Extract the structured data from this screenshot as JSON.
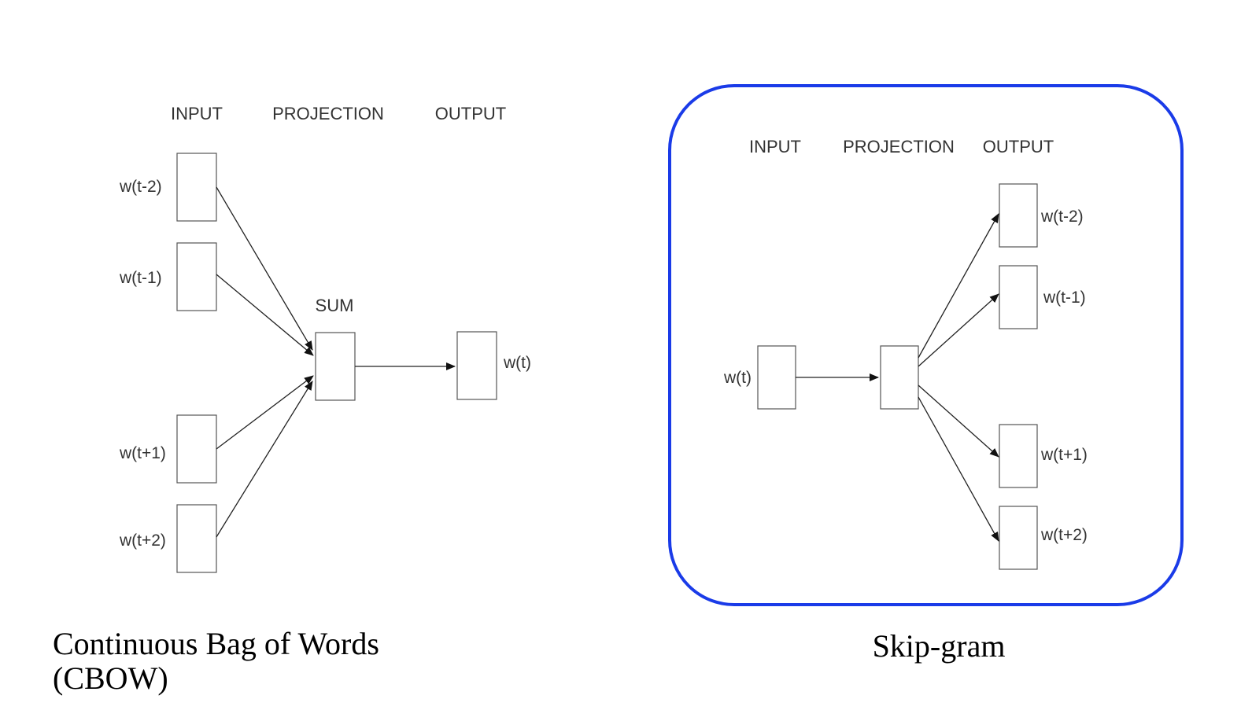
{
  "cbow": {
    "header_input": "INPUT",
    "header_projection": "PROJECTION",
    "header_output": "OUTPUT",
    "sum_label": "SUM",
    "inputs": [
      "w(t-2)",
      "w(t-1)",
      "w(t+1)",
      "w(t+2)"
    ],
    "output": "w(t)",
    "caption_line1": "Continuous Bag of Words",
    "caption_line2": "(CBOW)"
  },
  "skipgram": {
    "header_input": "INPUT",
    "header_projection": "PROJECTION",
    "header_output": "OUTPUT",
    "input": "w(t)",
    "outputs": [
      "w(t-2)",
      "w(t-1)",
      "w(t+1)",
      "w(t+2)"
    ],
    "caption": "Skip-gram",
    "highlight_color": "#1a3be8"
  }
}
